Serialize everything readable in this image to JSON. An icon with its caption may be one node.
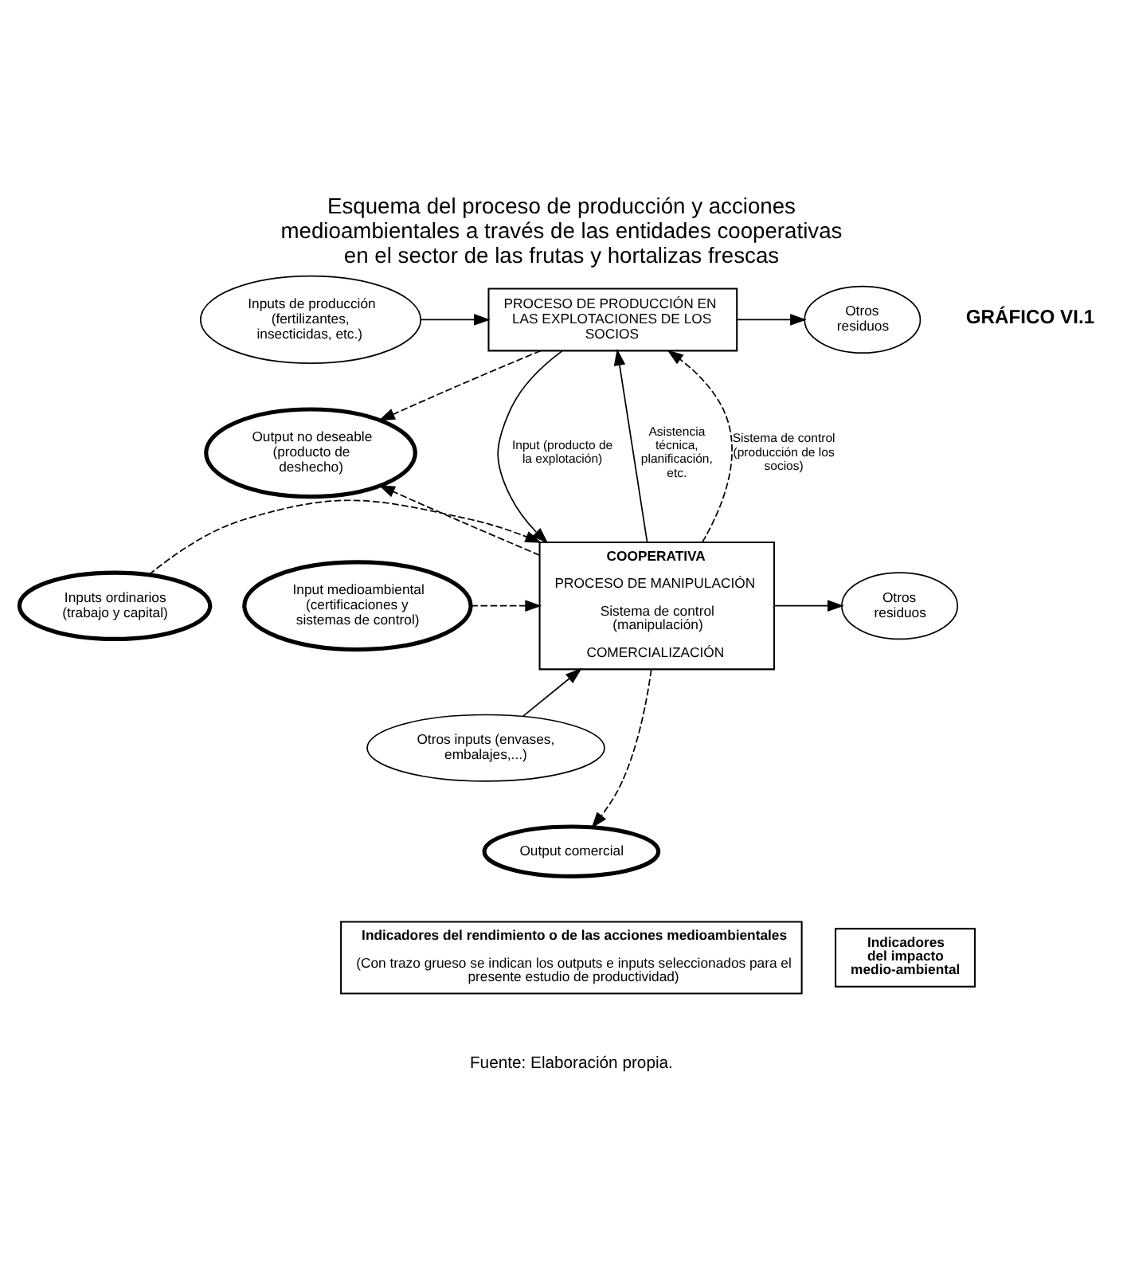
{
  "diagram": {
    "title": "Esquema del proceso de producción y acciones medioambientales a través de las entidades cooperativas en el sector de las frutas y hortalizas frescas",
    "caption": "Fuente: Elaboración propia.",
    "nodes": [
      {
        "text": [
          "Inputs de producción (fertilizantes, insecticidas, etc.)"
        ]
      },
      {
        "text": [
          "PROCESO DE PRODUCCIÓN EN LAS EXPLOTACIONES DE LOS SOCIOS"
        ]
      },
      {
        "text": [
          "Otros residuos"
        ]
      },
      {
        "text": [
          "Output no deseable (producto de deshecho)"
        ]
      },
      {
        "text": [
          "Inputs ordinarios (trabajo y capital)"
        ]
      },
      {
        "text": [
          "COOPERATIVA",
          "PROCESO DE MANIPULACIÓN",
          "Sistema de control (manipulación)",
          "COMERCIALIZACIÓN"
        ]
      },
      {
        "text": [
          "Input medioambiental (certificaciones y sistemas de control)"
        ]
      },
      {
        "text": [
          "Otros inputs (envases, embalajes,...)"
        ]
      },
      {
        "text": [
          "Otros residuos"
        ]
      },
      {
        "text": [
          "Output comercial"
        ]
      },
      {
        "text": [
          "Indicadores del rendimiento o de las acciones medioambientales",
          "(Con trazo grueso se indican los outputs e inputs seleccionados para el presente estudio de productividad)"
        ]
      },
      {
        "text": [
          "Indicadores del impacto medio-ambiental"
        ]
      }
    ],
    "edges": [
      {
        "from": 0,
        "to": 1,
        "arrow": "to"
      },
      {
        "from": 1,
        "to": 2,
        "arrow": "to"
      },
      {
        "from": 1,
        "to": 3,
        "arrow": "to",
        "style": "dashed"
      },
      {
        "from": 1,
        "to": 5,
        "arrow": "to",
        "label": "Input (producto de la explotación)"
      },
      {
        "from": 5,
        "to": 1,
        "arrow": "to",
        "label": "Asistencia técnica, planificación, etc."
      },
      {
        "from": 5,
        "to": 1,
        "arrow": "to",
        "style": "dashed",
        "label": "Sistema de control (producción de los socios)"
      },
      {
        "from": 4,
        "to": 5,
        "arrow": "to",
        "style": "dashed"
      },
      {
        "from": 6,
        "to": 5,
        "arrow": "to",
        "style": "dashed"
      },
      {
        "from": 7,
        "to": 5,
        "arrow": "to"
      },
      {
        "from": 5,
        "to": 3,
        "arrow": "to",
        "style": "dashed"
      },
      {
        "from": 5,
        "to": 8,
        "arrow": "to"
      },
      {
        "from": 5,
        "to": 9,
        "arrow": "to",
        "style": "dashed"
      }
    ],
    "labels": [
      "GRÁFICO VI.1"
    ]
  }
}
